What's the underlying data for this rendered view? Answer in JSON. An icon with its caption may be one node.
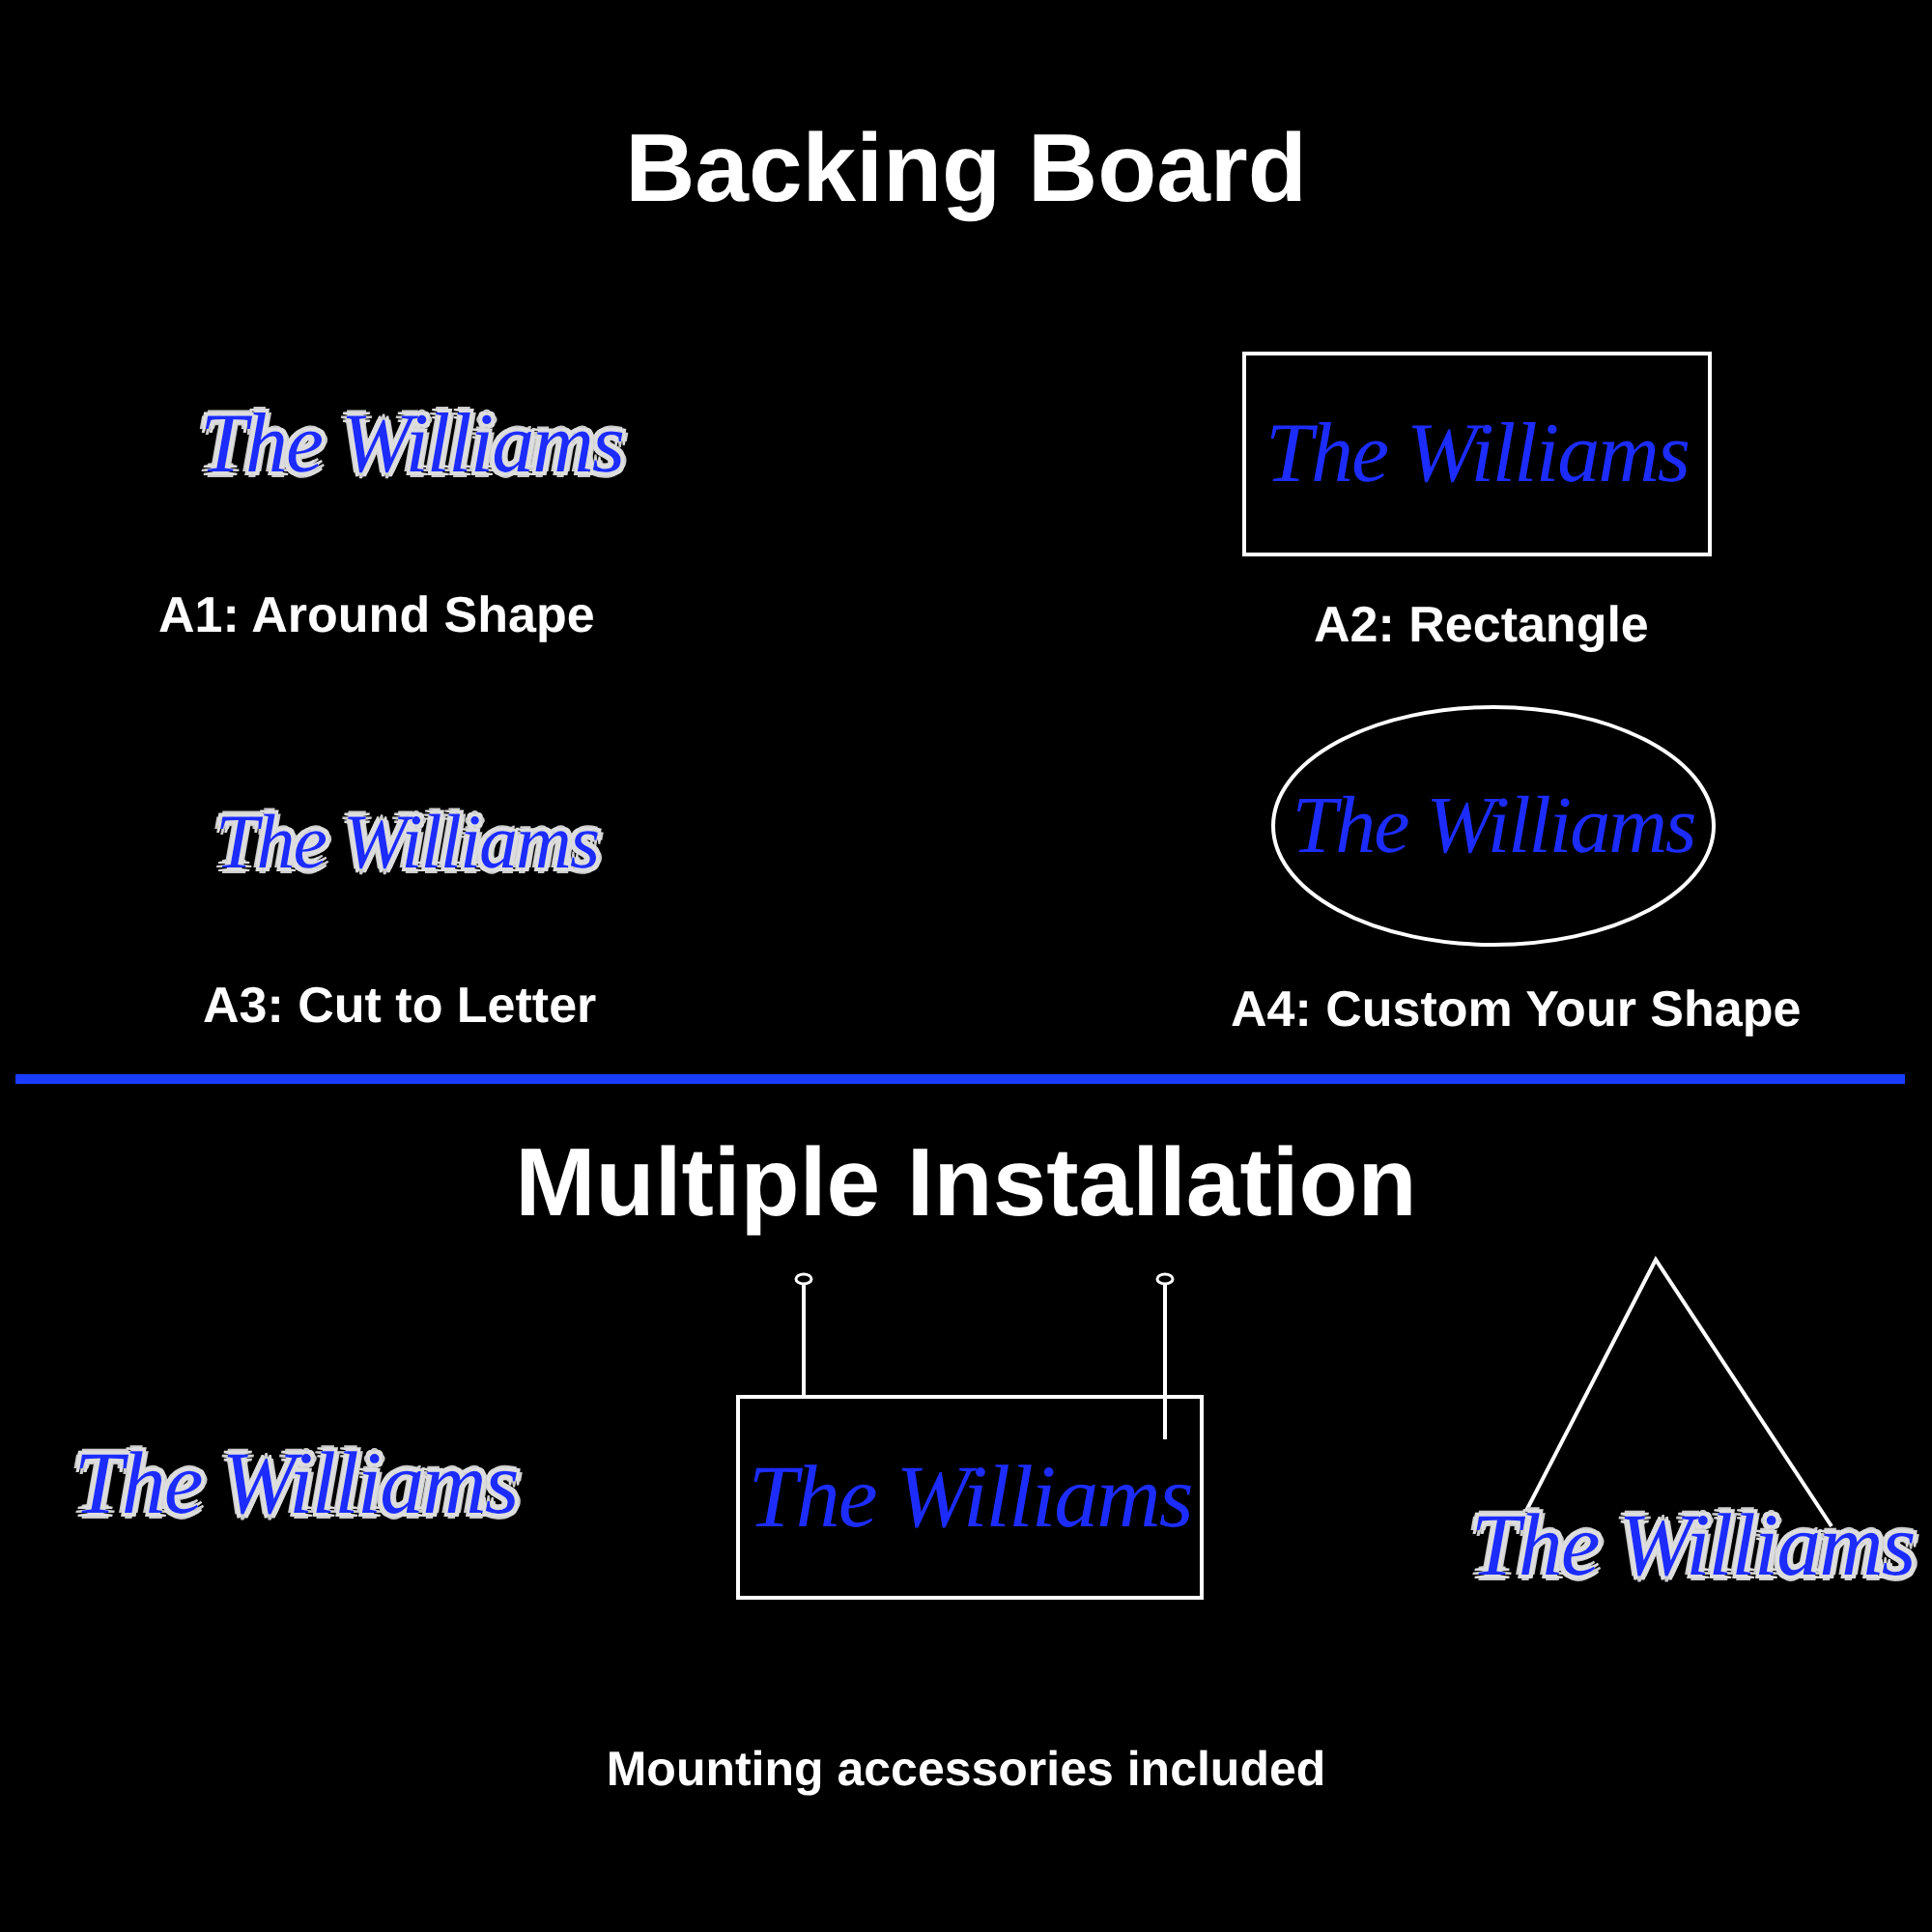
{
  "diagram": {
    "title": "Backing Board",
    "nodes": [
      {
        "text": [
          "The Williams"
        ],
        "beside": [
          "A1: Around Shape"
        ]
      },
      {
        "text": [
          "The Williams"
        ],
        "beside": [
          "A2: Rectangle"
        ]
      },
      {
        "text": [
          "The Williams"
        ],
        "beside": [
          "A3: Cut to Letter"
        ]
      },
      {
        "text": [
          "The Williams"
        ],
        "beside": [
          "A4: Custom Your Shape"
        ]
      },
      {
        "text": [
          "The Williams"
        ]
      },
      {
        "text": [
          "The Williams"
        ]
      },
      {
        "text": [
          "The Williams"
        ]
      }
    ],
    "labels": [
      "Multiple Installation"
    ],
    "caption": "Mounting accessories included"
  }
}
